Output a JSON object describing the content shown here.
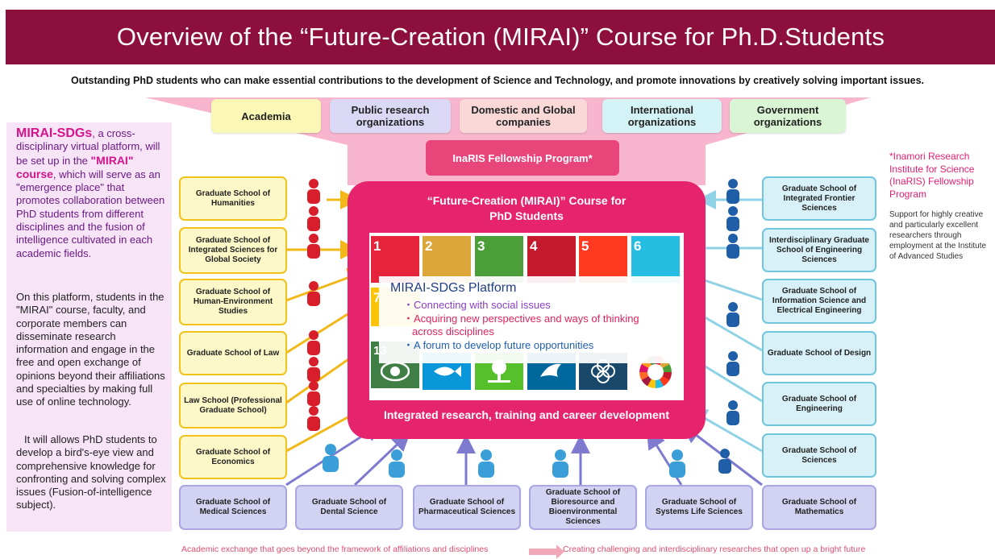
{
  "title": "Overview of the “Future-Creation (MIRAI)” Course for Ph.D.Students",
  "subtitle": "Outstanding PhD students who can make essential contributions to the development of Science and Technology, and promote innovations by creatively solving important issues.",
  "destinations": [
    {
      "label": "Academia",
      "color": "#fbf7b5"
    },
    {
      "label": "Public research organizations",
      "color": "#dad8f5"
    },
    {
      "label": "Domestic and Global companies",
      "color": "#fbd8d8"
    },
    {
      "label": "International organizations",
      "color": "#d4f3f7"
    },
    {
      "label": "Government organizations",
      "color": "#d9f5d4"
    }
  ],
  "inaris_button": "InaRIS Fellowship Program*",
  "left_panel": {
    "highlight": "MIRAI-SDGs",
    "p1_a": ", a cross-disciplinary virtual platform, will be set up in the ",
    "p1_course": "\"MIRAI\" course",
    "p1_b": ", which will serve as an \"emergence place\" that promotes collaboration between PhD students from different disciplines and the fusion of intelligence cultivated in each academic fields.",
    "p2": "On this platform, students in the \"MIRAI\" course, faculty, and corporate members can disseminate research information and engage in the free and open exchange of opinions beyond their affiliations and specialties by making full use of online technology.",
    "p3": "It will allows PhD students to develop a bird's-eye view and comprehensive knowledge for confronting and solving complex issues (Fusion-of-intelligence subject)."
  },
  "left_schools": [
    "Graduate School of Humanities",
    "Graduate School of Integrated Sciences for Global Society",
    "Graduate School of Human-Environment Studies",
    "Graduate School of Law",
    "Law School (Professional Graduate School)",
    "Graduate School of Economics"
  ],
  "right_schools": [
    "Graduate School of Integrated Frontier Sciences",
    "Interdisciplinary Graduate School of Engineering Sciences",
    "Graduate School of Information Science and Electrical Engineering",
    "Graduate School of Design",
    "Graduate School of Engineering",
    "Graduate School of Sciences"
  ],
  "bottom_schools": [
    "Graduate School of Medical Sciences",
    "Graduate School of Dental Science",
    "Graduate School of Pharmaceutical Sciences",
    "Graduate School of Bioresource and Bioenvironmental Sciences",
    "Graduate School of Systems Life Sciences",
    "Graduate School of Mathematics"
  ],
  "course": {
    "title_line1": "“Future-Creation (MIRAI)” Course for",
    "title_line2": "PhD Students",
    "bottom": "Integrated research, training and career development"
  },
  "sdg_numbers": [
    "1",
    "2",
    "3",
    "4",
    "5",
    "6",
    "7",
    "13"
  ],
  "sdg_colors": [
    "#e5243b",
    "#dda63a",
    "#4c9f38",
    "#c5192d",
    "#ff3a21",
    "#26bde2",
    "#fcc30b",
    "#3f7e44",
    "#0a97d9",
    "#56c02b",
    "#00689d",
    "#19486a"
  ],
  "platform": {
    "title": "MIRAI-SDGs Platform",
    "items": [
      "・Connecting with social issues",
      "・Acquiring new perspectives and ways of thinking",
      "across disciplines",
      "・A forum to develop future opportunities"
    ],
    "item_colors": [
      "#8a3fc4",
      "#e0245e",
      "#e0245e",
      "#1f5fb0"
    ]
  },
  "inaris_note": {
    "title": "*Inamori Research Institute for Science (InaRIS) Fellowship Program",
    "body": "Support for highly creative and particularly excellent researchers through employment at the Institute of Advanced Studies"
  },
  "footer": {
    "left": "Academic exchange that goes beyond the framework of affiliations and disciplines",
    "right": "Creating challenging and interdisciplinary researches that open up a bright future"
  },
  "colors": {
    "title_bg": "#8c0f3c",
    "course_frame": "#e6246d",
    "person_red": "#d81e2a",
    "person_blue_dark": "#1f5fa8",
    "person_blue_light": "#3a9fd8"
  }
}
